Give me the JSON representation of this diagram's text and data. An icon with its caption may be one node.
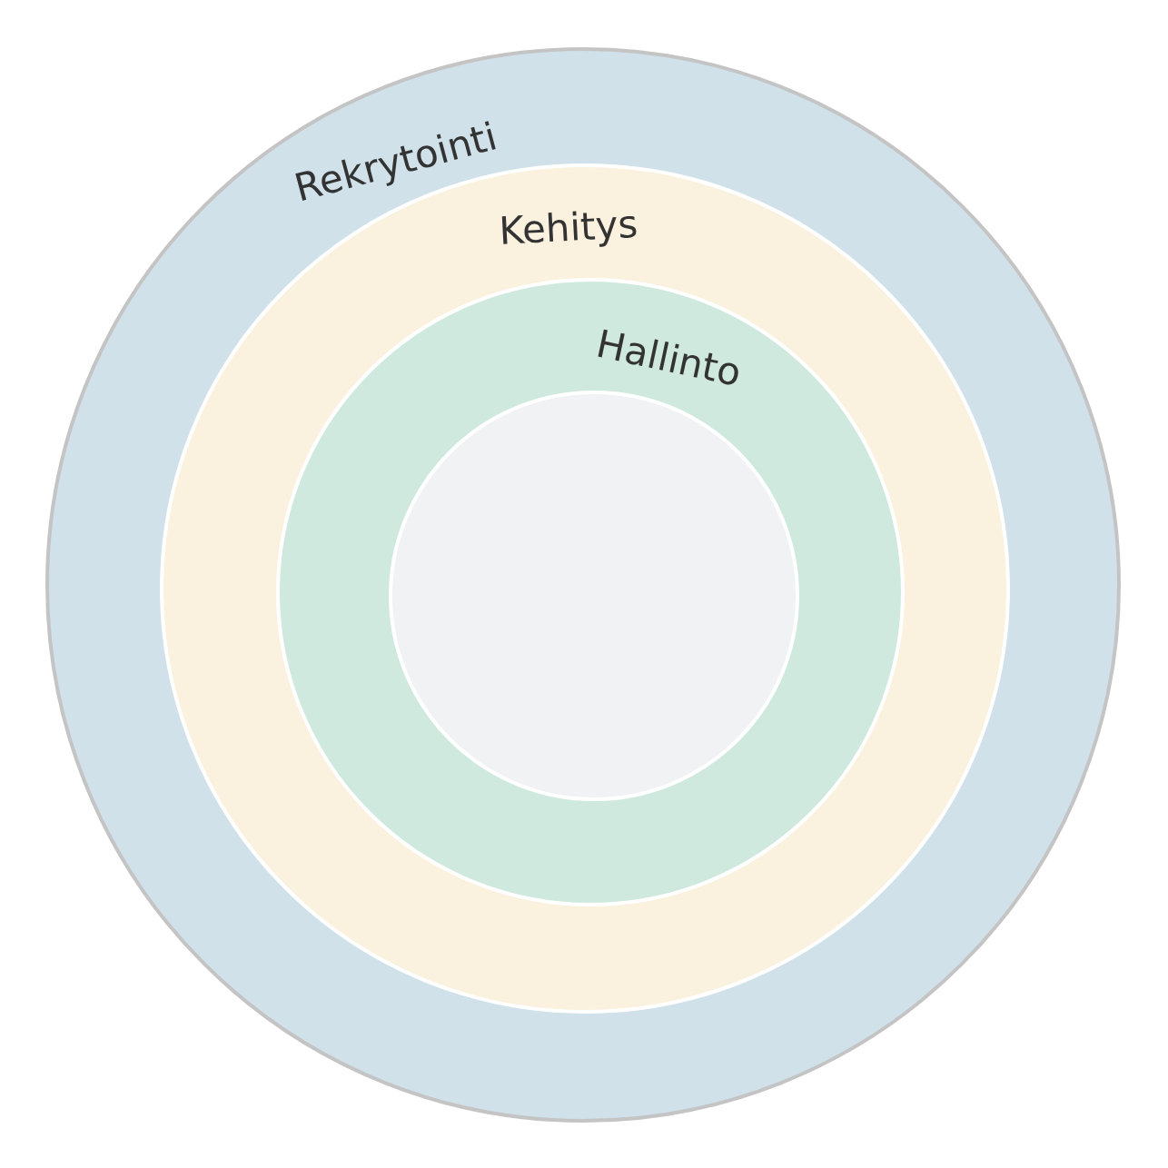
{
  "diagram": {
    "nodes": [
      {
        "text": [
          "Rekrytointi"
        ]
      },
      {
        "text": [
          "Kehitys"
        ],
        "in": 0
      },
      {
        "text": [
          "Hallinto"
        ],
        "in": 1
      },
      {
        "text": [],
        "shape": "circle",
        "in": 2
      }
    ]
  }
}
